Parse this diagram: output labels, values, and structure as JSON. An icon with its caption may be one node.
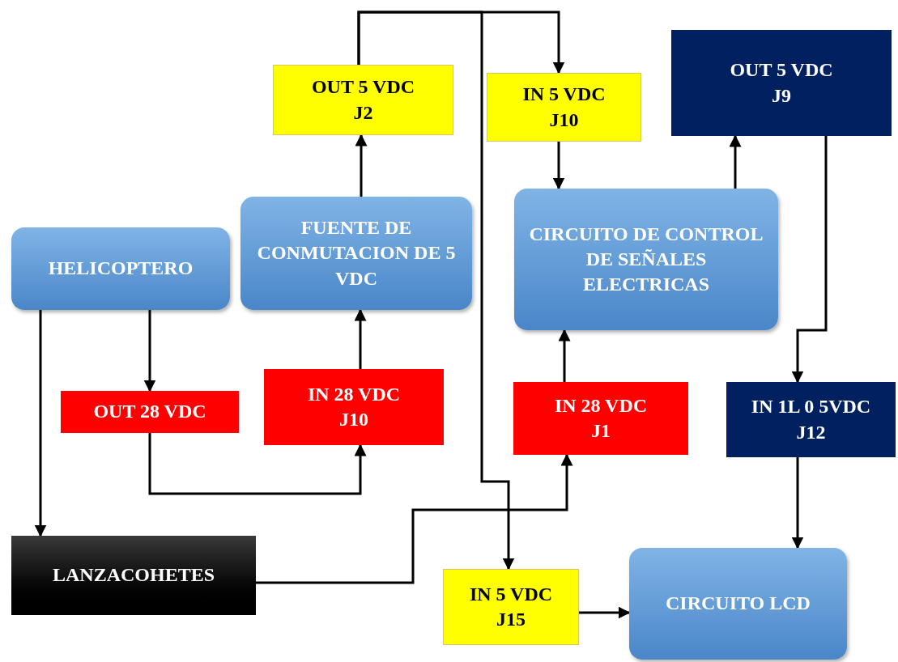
{
  "diagram": {
    "nodes": [
      {
        "text": [
          "HELICOPTERO"
        ]
      },
      {
        "text": [
          "FUENTE DE CONMUTACION DE 5 VDC"
        ]
      },
      {
        "text": [
          "OUT 5 VDC",
          "J2"
        ]
      },
      {
        "text": [
          "IN 5 VDC",
          "J10"
        ]
      },
      {
        "text": [
          "CIRCUITO DE CONTROL DE SEÑALES ELECTRICAS"
        ]
      },
      {
        "text": [
          "OUT 5 VDC",
          "J9"
        ]
      },
      {
        "text": [
          "OUT 28 VDC"
        ]
      },
      {
        "text": [
          "IN 28 VDC",
          "J10"
        ]
      },
      {
        "text": [
          "IN 28 VDC",
          "J1"
        ]
      },
      {
        "text": [
          "IN 1L 0 5VDC",
          "J12"
        ]
      },
      {
        "text": [
          "LANZACOHETES"
        ]
      },
      {
        "text": [
          "IN 5 VDC",
          "J15"
        ]
      },
      {
        "text": [
          "CIRCUITO LCD"
        ]
      }
    ],
    "edges": [
      {
        "from": 1,
        "to": 2,
        "arrow": "to"
      },
      {
        "from": 2,
        "to": 3,
        "arrow": "to"
      },
      {
        "from": 2,
        "to": 11,
        "arrow": "to"
      },
      {
        "from": 3,
        "to": 4,
        "arrow": "to"
      },
      {
        "from": 4,
        "to": 5,
        "arrow": "to"
      },
      {
        "from": 5,
        "to": 9,
        "arrow": "to"
      },
      {
        "from": 0,
        "to": 6,
        "arrow": "to"
      },
      {
        "from": 6,
        "to": 7,
        "arrow": "to"
      },
      {
        "from": 7,
        "to": 1,
        "arrow": "to"
      },
      {
        "from": 0,
        "to": 10,
        "arrow": "to"
      },
      {
        "from": 10,
        "to": 8,
        "arrow": "to"
      },
      {
        "from": 8,
        "to": 4,
        "arrow": "to"
      },
      {
        "from": 9,
        "to": 12,
        "arrow": "to"
      },
      {
        "from": 11,
        "to": 12,
        "arrow": "to"
      }
    ]
  }
}
